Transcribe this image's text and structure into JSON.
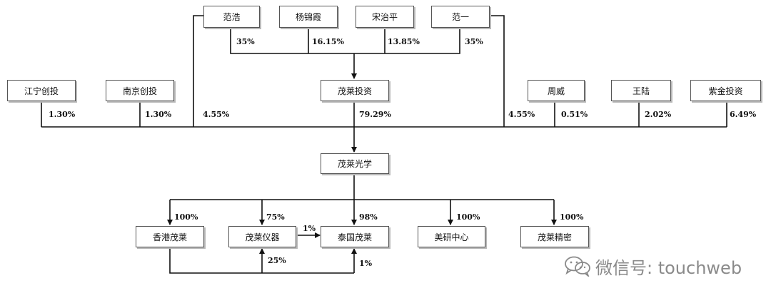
{
  "shareholders_top": {
    "fan_hao": "范浩",
    "yang_jinxia": "杨锦霞",
    "song_zhiping": "宋治平",
    "fan_yi": "范一"
  },
  "shareholders_mid": {
    "jiangning": "江宁创投",
    "nanjing": "南京创投",
    "maolai_touzi": "茂莱投资",
    "zhou_wei": "周威",
    "wang_lu": "王陆",
    "zijin": "紫金投资"
  },
  "company": {
    "maolai_guangxue": "茂莱光学"
  },
  "subsidiaries": {
    "hk_maolai": "香港茂莱",
    "maolai_yiqi": "茂莱仪器",
    "thai_maolai": "泰国茂莱",
    "us_center": "美研中心",
    "maolai_jingmi": "茂莱精密"
  },
  "percentages": {
    "fan_hao": "35%",
    "yang_jinxia": "16.15%",
    "song_zhiping": "13.85%",
    "fan_yi": "35%",
    "jiangning": "1.30%",
    "nanjing": "1.30%",
    "fan_hao_direct": "4.55%",
    "maolai_touzi": "79.29%",
    "fan_yi_direct": "4.55%",
    "zhou_wei": "0.51%",
    "wang_lu": "2.02%",
    "zijin": "6.49%",
    "hk_maolai": "100%",
    "maolai_yiqi": "75%",
    "yiqi_to_thai": "1%",
    "thai_maolai": "98%",
    "us_center": "100%",
    "maolai_jingmi": "100%",
    "hk_to_yiqi": "25%",
    "hk_to_thai": "1%"
  },
  "watermark": {
    "text": "微信号: touchweb",
    "icon": "wechat-icon"
  },
  "colors": {
    "line": "#111111",
    "box_border": "#555555",
    "box_shadow": "#b8b8b8",
    "watermark": "#8a8a8a"
  }
}
